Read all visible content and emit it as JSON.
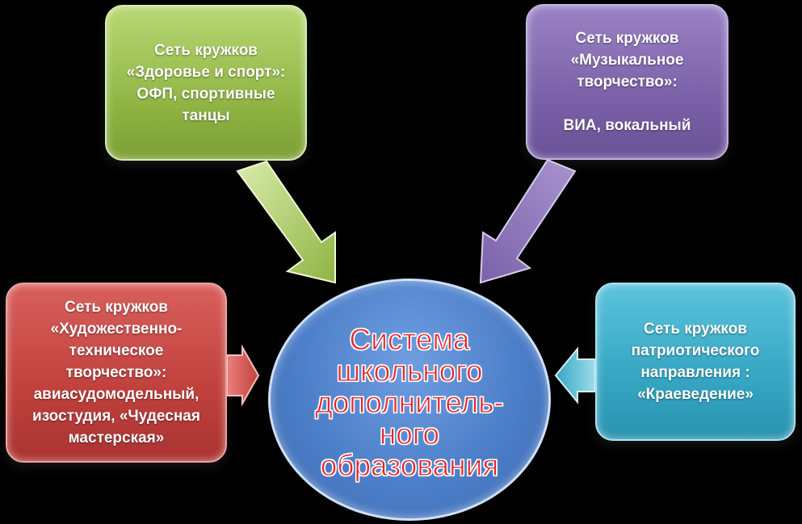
{
  "colors": {
    "sport": "#8fb443",
    "music": "#7b62a8",
    "art": "#c0403c",
    "patriot": "#35a6c4",
    "center": "#4d7fc9",
    "center_text": "#e3262a"
  },
  "center": {
    "title": "Система\nшкольного\nдополнитель-\nного\nобразования"
  },
  "nodes": {
    "sport": {
      "text": "Сеть кружков\n«Здоровье и спорт»:\nОФП, спортивные\nтанцы"
    },
    "music": {
      "text": "Сеть кружков\n«Музыкальное\nтворчество»:\n\nВИА, вокальный"
    },
    "art": {
      "text": "Сеть кружков\n«Художественно-\nтехническое\nтворчество»:\nавиасудомодельный,\nизостудия, «Чудесная\nмастерская»"
    },
    "patriot": {
      "text": "Сеть кружков\nпатриотического\nнаправления :\n«Краеведение»"
    }
  }
}
